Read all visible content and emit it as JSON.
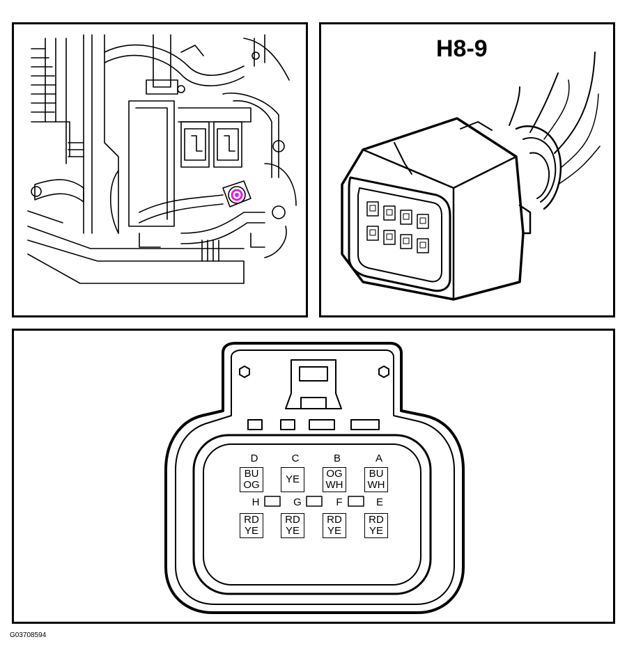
{
  "connector": {
    "title": "H8-9"
  },
  "figure_id": "G03708594",
  "location_marker_color": "#e020e0",
  "pins": [
    {
      "letter": "D",
      "wire1": "BU",
      "wire2": "OG"
    },
    {
      "letter": "C",
      "wire1": "YE",
      "wire2": ""
    },
    {
      "letter": "B",
      "wire1": "OG",
      "wire2": "WH"
    },
    {
      "letter": "A",
      "wire1": "BU",
      "wire2": "WH"
    },
    {
      "letter": "H",
      "wire1": "RD",
      "wire2": "YE"
    },
    {
      "letter": "G",
      "wire1": "RD",
      "wire2": "YE"
    },
    {
      "letter": "F",
      "wire1": "RD",
      "wire2": "YE"
    },
    {
      "letter": "E",
      "wire1": "RD",
      "wire2": "YE"
    }
  ]
}
